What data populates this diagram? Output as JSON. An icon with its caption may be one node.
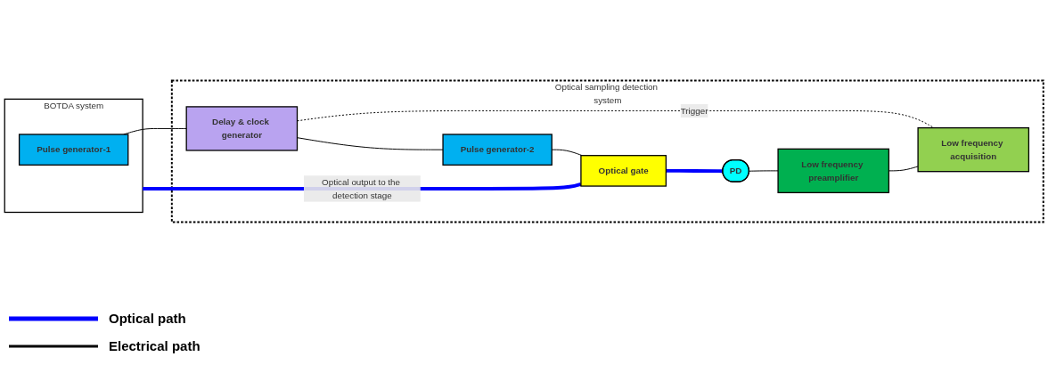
{
  "diagram": {
    "nodes": [
      {
        "text": [
          "BOTDA system"
        ]
      },
      {
        "text": [
          "Pulse generator-1"
        ],
        "in": 0
      },
      {
        "text": [
          "Optical sampling detection system"
        ]
      },
      {
        "text": [
          "Delay & clock generator"
        ],
        "in": 2
      },
      {
        "text": [
          "Low frequency acquisition"
        ],
        "in": 2
      },
      {
        "text": [
          "Pulse generator-2"
        ],
        "in": 2
      },
      {
        "text": [
          "Optical gate"
        ],
        "in": 2
      },
      {
        "text": [
          "PD"
        ],
        "in": 2
      },
      {
        "text": [
          "Low frequency preamplifier"
        ],
        "in": 2
      }
    ],
    "edges": [
      {
        "from": 1,
        "to": 3,
        "arrow": "none"
      },
      {
        "from": 3,
        "to": 4,
        "arrow": "none",
        "label": "Trigger",
        "style": "dashed"
      },
      {
        "from": 3,
        "to": 5,
        "arrow": "none"
      },
      {
        "from": 5,
        "to": 6,
        "arrow": "none"
      },
      {
        "from": 0,
        "to": 6,
        "arrow": "none",
        "label": "Optical output to the detection stage",
        "style": "thick",
        "color": "#0000ff"
      },
      {
        "from": 6,
        "to": 7,
        "arrow": "none",
        "style": "thick",
        "color": "#0000ff"
      },
      {
        "from": 7,
        "to": 8,
        "arrow": "none"
      },
      {
        "from": 8,
        "to": 4,
        "arrow": "none"
      }
    ],
    "legend": [
      {
        "text": "Optical path"
      },
      {
        "text": "Electrical path"
      }
    ]
  }
}
